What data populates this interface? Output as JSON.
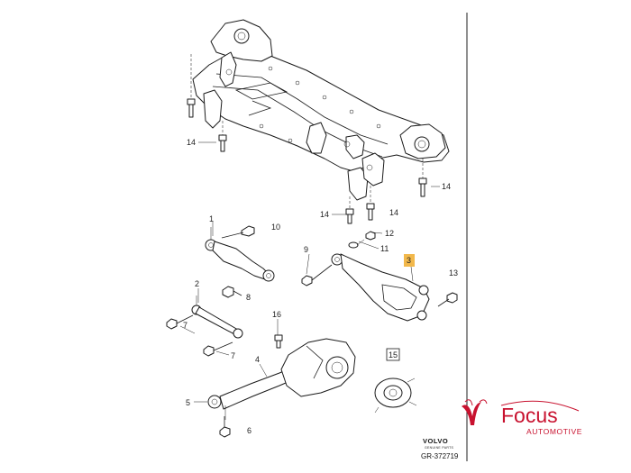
{
  "callouts": [
    "1",
    "2",
    "3",
    "4",
    "5",
    "6",
    "7",
    "7",
    "8",
    "9",
    "10",
    "11",
    "12",
    "13",
    "14",
    "14",
    "14",
    "14",
    "15",
    "16"
  ],
  "highlight_color": "#f2b84b",
  "brand": {
    "maker": "VOLVO",
    "maker_sub": "GENUINE PARTS",
    "drawing_code": "GR-372719"
  },
  "dealer_logo": {
    "name": "Focus",
    "tagline": "AUTOMOTIVE",
    "color": "#c8122f"
  }
}
